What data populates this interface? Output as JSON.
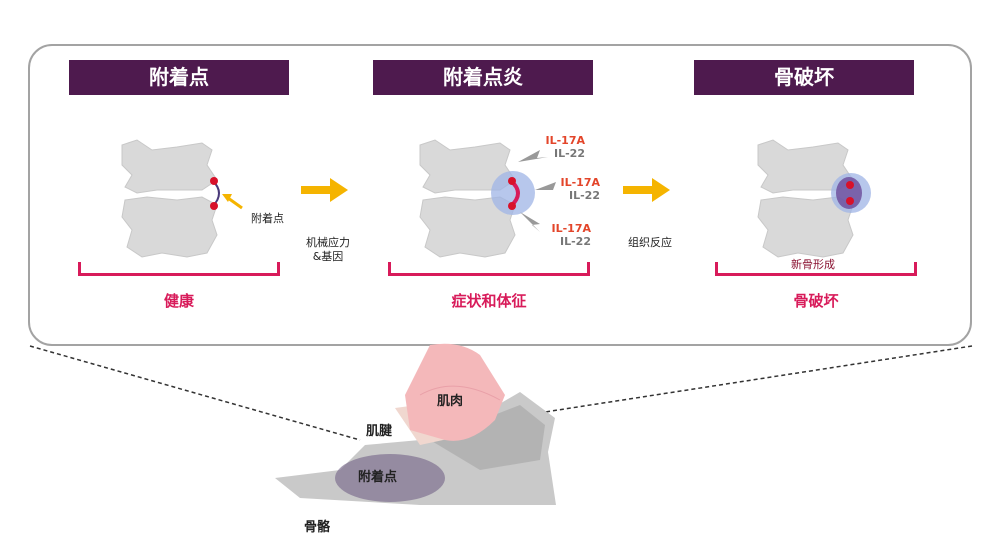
{
  "panels": [
    {
      "header": "附着点",
      "stage": "健康"
    },
    {
      "header": "附着点炎",
      "stage": "症状和体征"
    },
    {
      "header": "骨破坏",
      "stage": "骨破坏"
    }
  ],
  "labels": {
    "enthesis_pointer": "附着点",
    "transition_1": "机械应力\n&基因",
    "transition_2": "组织反应",
    "new_bone": "新骨形成"
  },
  "cytokines": [
    {
      "il17": "IL-17A",
      "il22": "IL-22"
    },
    {
      "il17": "IL-17A",
      "il22": "IL-22"
    },
    {
      "il17": "IL-17A",
      "il22": "IL-22"
    }
  ],
  "anatomy": {
    "muscle": "肌肉",
    "tendon": "肌腱",
    "enthesis": "附着点",
    "bone": "骨骼"
  },
  "colors": {
    "header_bg": "#4e1a4e",
    "accent_pink": "#d81b5a",
    "arrow_yellow": "#f5b400",
    "il17_orange": "#e3452a",
    "inflammation_blue": "#9fb4e6"
  }
}
